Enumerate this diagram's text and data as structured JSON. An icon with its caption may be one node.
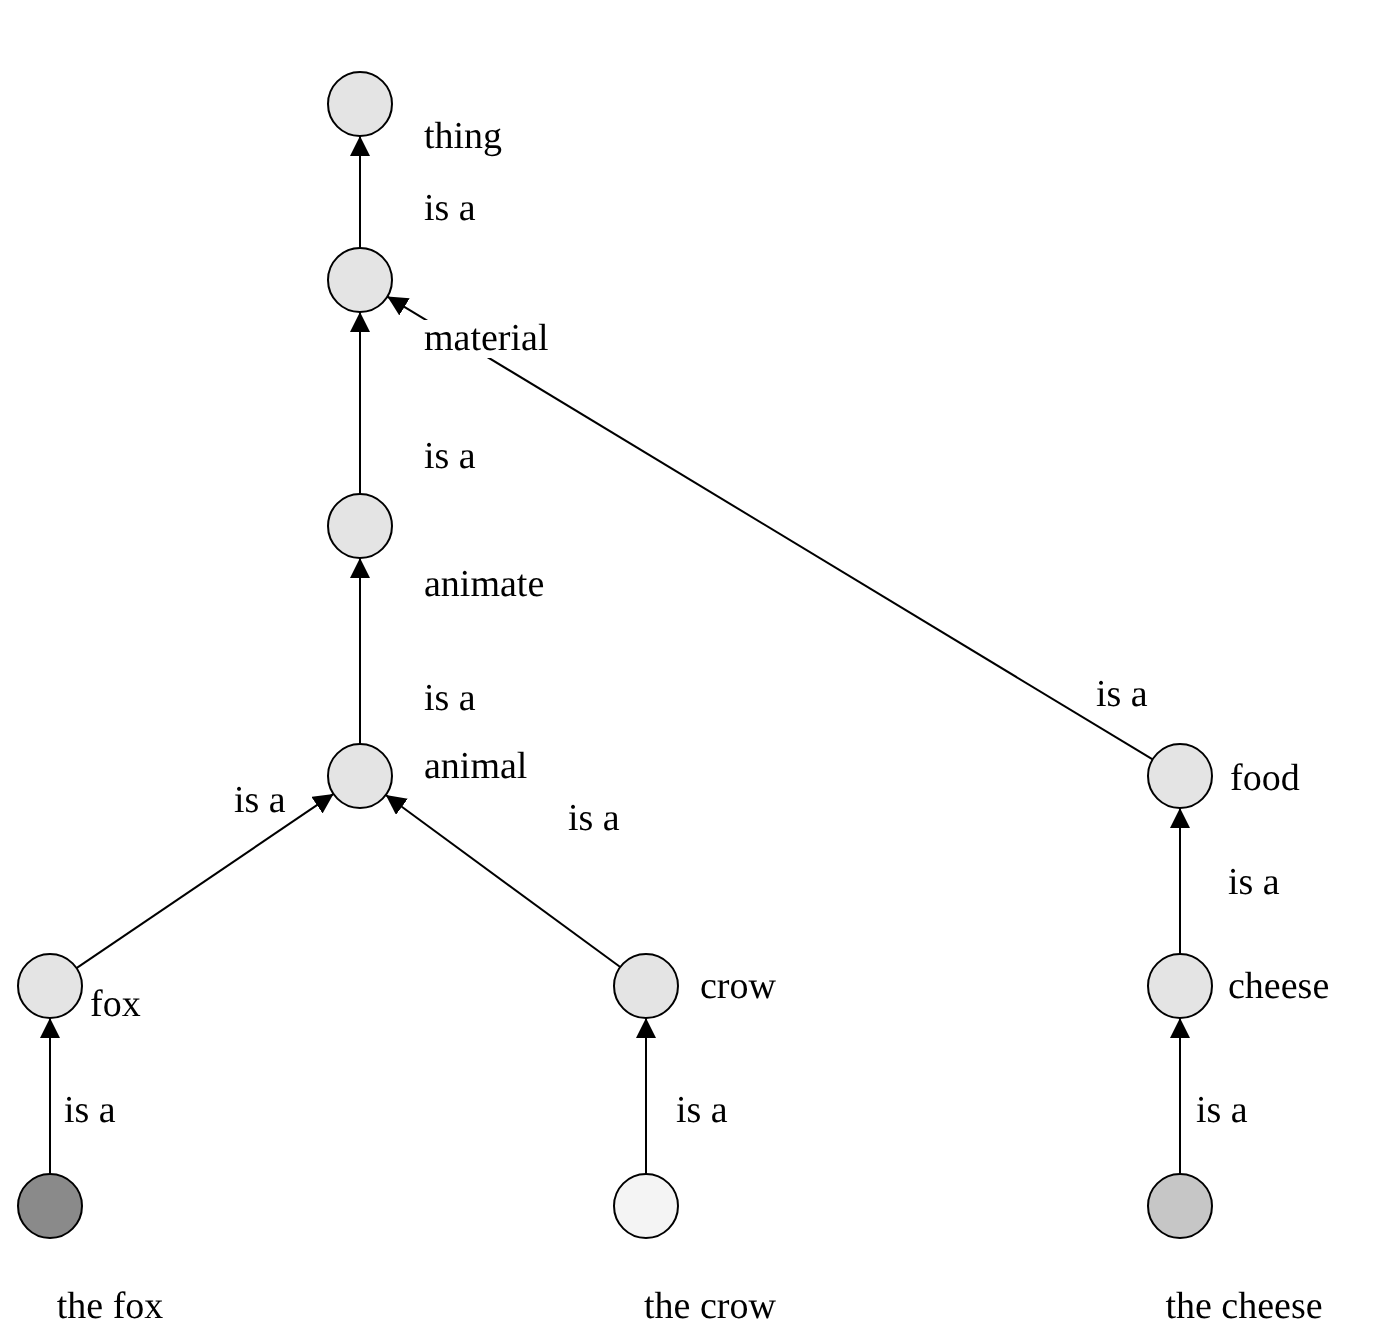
{
  "diagram": {
    "nodes": [
      {
        "text": [],
        "shape": "circle",
        "beside": [
          "thing"
        ]
      },
      {
        "text": [],
        "shape": "circle",
        "beside": [
          "material"
        ]
      },
      {
        "text": [],
        "shape": "circle",
        "beside": [
          "animate"
        ]
      },
      {
        "text": [],
        "shape": "circle",
        "beside": [
          "animal"
        ]
      },
      {
        "text": [],
        "shape": "circle",
        "beside": [
          "fox"
        ]
      },
      {
        "text": [],
        "shape": "circle",
        "beside": [
          "crow"
        ]
      },
      {
        "text": [],
        "shape": "circle",
        "beside": [
          "food"
        ]
      },
      {
        "text": [],
        "shape": "circle",
        "beside": [
          "cheese"
        ]
      },
      {
        "text": [],
        "shape": "circle",
        "beside": [
          "the fox"
        ]
      },
      {
        "text": [],
        "shape": "circle",
        "beside": [
          "the crow"
        ]
      },
      {
        "text": [],
        "shape": "circle",
        "beside": [
          "the cheese"
        ]
      }
    ],
    "edges": [
      {
        "from": 1,
        "to": 0,
        "arrow": "to",
        "label": "is a"
      },
      {
        "from": 2,
        "to": 1,
        "arrow": "to",
        "label": "is a"
      },
      {
        "from": 3,
        "to": 2,
        "arrow": "to",
        "label": "is a"
      },
      {
        "from": 4,
        "to": 3,
        "arrow": "to",
        "label": "is a"
      },
      {
        "from": 5,
        "to": 3,
        "arrow": "to",
        "label": "is a"
      },
      {
        "from": 6,
        "to": 1,
        "arrow": "to",
        "label": "is a"
      },
      {
        "from": 7,
        "to": 6,
        "arrow": "to",
        "label": "is a"
      },
      {
        "from": 8,
        "to": 4,
        "arrow": "to",
        "label": "is a"
      },
      {
        "from": 9,
        "to": 5,
        "arrow": "to",
        "label": "is a"
      },
      {
        "from": 10,
        "to": 7,
        "arrow": "to",
        "label": "is a"
      }
    ]
  }
}
